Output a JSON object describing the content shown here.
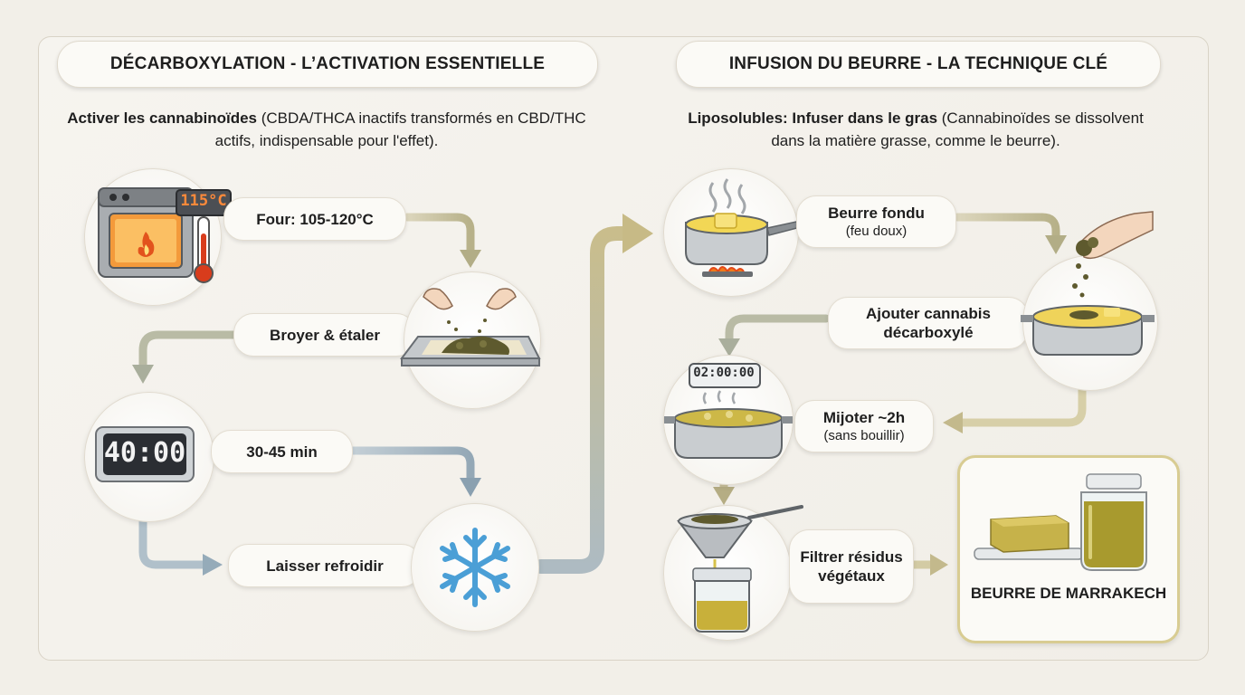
{
  "left": {
    "title": "DÉCARBOXYLATION - L’ACTIVATION ESSENTIELLE",
    "intro_bold": "Activer les cannabinoïdes",
    "intro_rest": " (CBDA/THCA inactifs transformés en CBD/THC actifs, indispensable pour l'effet).",
    "oven_display": "115°C",
    "timer_display": "40:00",
    "steps": [
      "Four: 105-120°C",
      "Broyer & étaler",
      "30-45 min",
      "Laisser refroidir"
    ]
  },
  "right": {
    "title": "INFUSION DU BEURRE - LA TECHNIQUE CLÉ",
    "intro_bold": "Liposolubles: Infuser dans le gras",
    "intro_rest": " (Cannabinoïdes se dissolvent dans la matière grasse, comme le beurre).",
    "timer_display": "02:00:00",
    "steps": [
      {
        "main": "Beurre fondu",
        "sub": "(feu doux)"
      },
      {
        "main": "Ajouter cannabis décarboxylé",
        "sub": ""
      },
      {
        "main": "Mijoter ~2h",
        "sub": "(sans bouillir)"
      },
      {
        "main": "Filtrer résidus végétaux",
        "sub": ""
      }
    ],
    "final_label": "BEURRE DE MARRAKECH"
  },
  "colors": {
    "background": "#f2efe8",
    "arrow_tan": "#c9c09a",
    "arrow_blue": "#a9b8c2",
    "butter": "#e9cf55",
    "infused_butter": "#b9a53c",
    "herb": "#5e5a2e",
    "final_border": "#d8cc92"
  }
}
